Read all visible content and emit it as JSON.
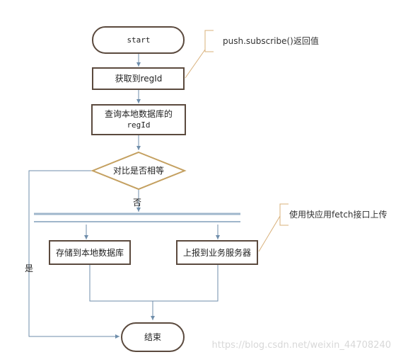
{
  "nodes": {
    "start": "start",
    "get_regid": "获取到regId",
    "query_line1": "查询本地数据库的",
    "query_line2": "regId",
    "decision": "对比是否相等",
    "store_local": "存储到本地数据库",
    "report_server": "上报到业务服务器",
    "end": "结束"
  },
  "edges": {
    "no_label": "否",
    "yes_label": "是"
  },
  "notes": {
    "subscribe_note": "push.subscribe()返回值",
    "fetch_note": "使用快应用fetch接口上传"
  },
  "watermark": "https://blog.csdn.net/weixin_44708240",
  "colors": {
    "node_border": "#5b4a3e",
    "start_fill": "#ffffff",
    "decision_border": "#c4a060",
    "connector": "#6f8eab",
    "sync_bar": "#9fb6cb",
    "note_border": "#d8b07a"
  }
}
